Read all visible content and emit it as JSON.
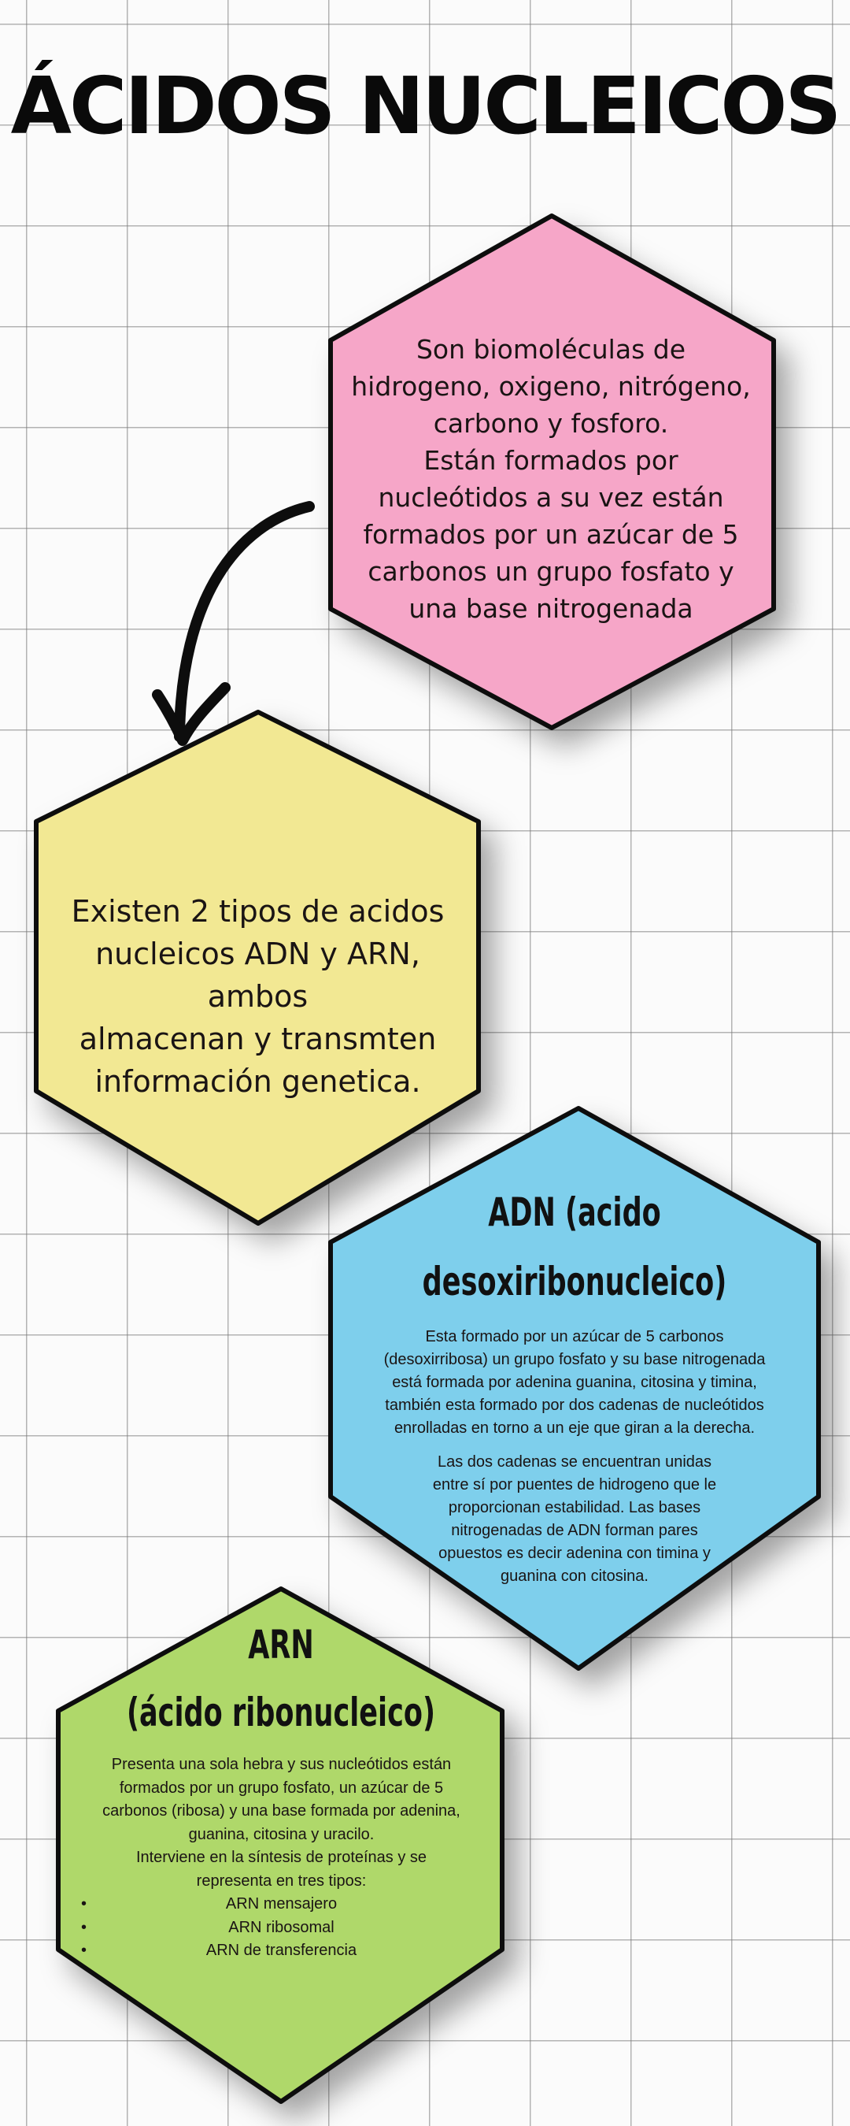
{
  "title": "ÁCIDOS NUCLEICOS",
  "colors": {
    "pink": "#f6a6c8",
    "yellow": "#f2e893",
    "blue": "#7ecfec",
    "green": "#afd86a",
    "outline": "#0d0d0d",
    "grid": "#8a8a8a"
  },
  "pink_hex": {
    "text_lines": [
      "Son biomoléculas de",
      "hidrogeno, oxigeno, nitrógeno,",
      "carbono y fosforo.",
      "Están formados por",
      "nucleótidos a su vez están",
      "formados por un azúcar de 5",
      "carbonos un grupo fosfato y",
      "una base nitrogenada"
    ]
  },
  "arrow": {
    "icon": "curved-arrow-down-icon"
  },
  "yellow_hex": {
    "text_lines": [
      "Existen 2 tipos de acidos",
      "nucleicos ADN y ARN, ambos",
      "almacenan y transmten",
      "información genetica."
    ]
  },
  "blue_hex": {
    "heading_lines": [
      "ADN (acido",
      "desoxiribonucleico)"
    ],
    "paragraph1_lines": [
      "Esta formado por un azúcar de 5 carbonos",
      "(desoxirribosa) un grupo fosfato y su base nitrogenada",
      "está formada por adenina guanina, citosina y timina,",
      "también esta formado por dos cadenas de nucleótidos",
      "enrolladas en torno a un eje que giran a la derecha."
    ],
    "paragraph2_lines": [
      "Las dos cadenas se encuentran unidas",
      "entre sí por puentes de hidrogeno que le",
      "proporcionan estabilidad. Las bases",
      "nitrogenadas de ADN forman pares",
      "opuestos es decir adenina con timina y",
      "guanina con citosina."
    ]
  },
  "green_hex": {
    "heading_lines": [
      "ARN",
      "(ácido ribonucleico)"
    ],
    "body_lines": [
      "Presenta una sola hebra y sus nucleótidos están",
      "formados por un grupo fosfato, un azúcar de 5",
      "carbonos (ribosa) y una base formada por adenina,",
      "guanina, citosina y uracilo.",
      "Interviene en la síntesis de proteínas y se",
      "representa en tres tipos:"
    ],
    "bullet": "•",
    "list_items": [
      "ARN mensajero",
      "ARN ribosomal",
      "ARN de transferencia"
    ]
  }
}
